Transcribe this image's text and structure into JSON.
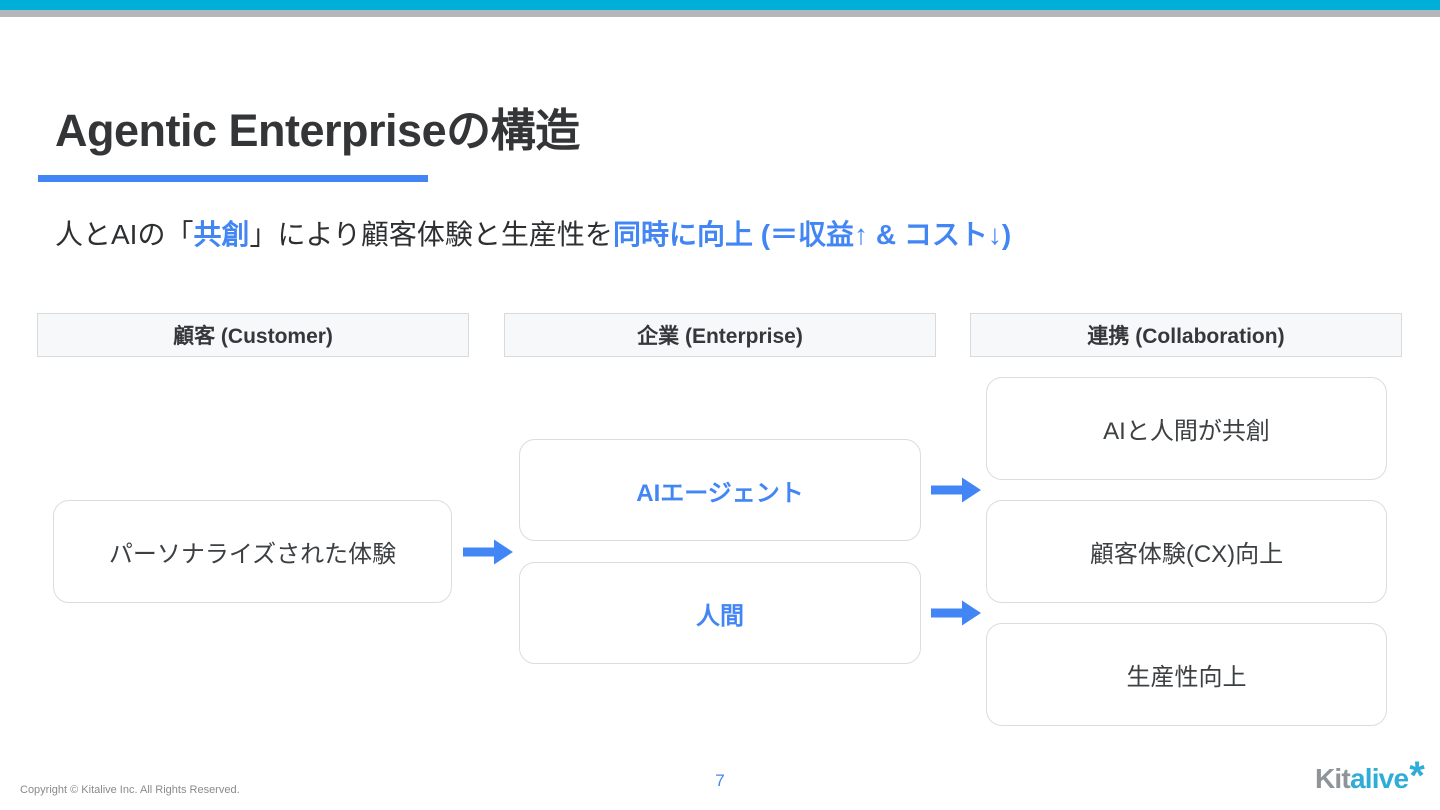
{
  "slide": {
    "title": "Agentic Enterpriseの構造",
    "subtitle": {
      "part1": "人とAIの「",
      "highlight1": "共創",
      "part2": "」により顧客体験と生産性を",
      "highlight2": "同時に向上 (＝収益↑ & コスト↓)"
    },
    "columns": [
      {
        "header": "顧客 (Customer)"
      },
      {
        "header": "企業 (Enterprise)"
      },
      {
        "header": "連携 (Collaboration)"
      }
    ],
    "boxes": {
      "customer": "パーソナライズされた体験",
      "enterprise_ai": "AIエージェント",
      "enterprise_human": "人間",
      "collab_cocreate": "AIと人間が共創",
      "collab_cx": "顧客体験(CX)向上",
      "collab_productivity": "生産性向上"
    },
    "footer": {
      "copyright": "Copyright © Kitalive Inc. All Rights Reserved.",
      "page_number": "7",
      "logo_part1": "Kit",
      "logo_part2": "alive",
      "logo_asterisk": "*"
    },
    "colors": {
      "accent_blue": "#4285F4",
      "top_bar_cyan": "#00AFD8",
      "top_bar_gray": "#B3B7BA",
      "header_box_bg": "#F7F8F9",
      "box_border": "#DADCE0",
      "logo_gray": "#8E9497",
      "logo_cyan": "#2FADD8"
    }
  }
}
